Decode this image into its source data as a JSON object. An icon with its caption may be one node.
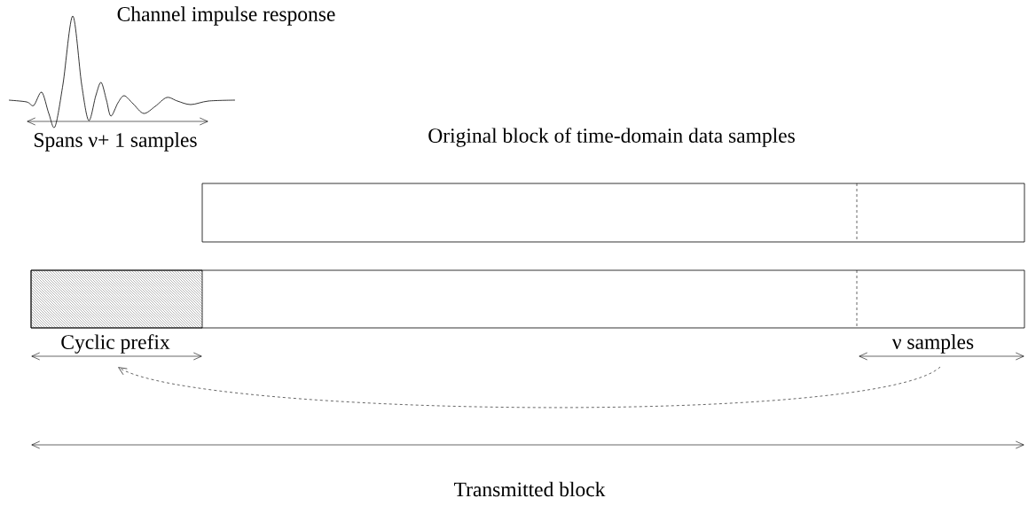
{
  "diagram": {
    "nodes": [
      {
        "text": [
          "Original block of time-domain data samples"
        ]
      },
      {
        "text": [],
        "shape": "box"
      },
      {
        "text": [],
        "shape": "box",
        "in": 1
      },
      {
        "text": [
          "Cyclic prefix"
        ]
      },
      {
        "text": [
          "ν  samples"
        ]
      }
    ],
    "edges": [
      {
        "from": 4,
        "to": 3,
        "arrow": "to",
        "style": "dashed"
      }
    ],
    "labels": [
      "Channel impulse response",
      "Spans ν+ 1 samples",
      "Transmitted block"
    ]
  }
}
